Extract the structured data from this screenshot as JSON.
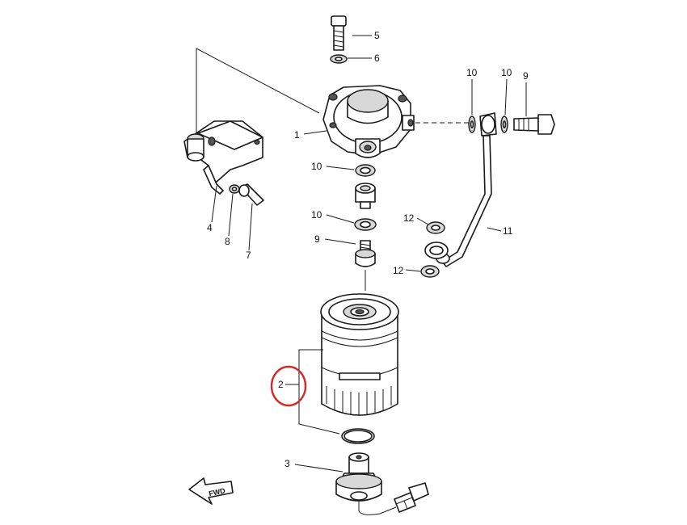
{
  "callouts": {
    "c1": "1",
    "c2": "2",
    "c3": "3",
    "c4": "4",
    "c5": "5",
    "c6": "6",
    "c7": "7",
    "c8": "8",
    "c9_top": "9",
    "c9_mid": "9",
    "c10_top_a": "10",
    "c10_top_b": "10",
    "c10_mid_a": "10",
    "c10_mid_b": "10",
    "c11": "11",
    "c12_a": "12",
    "c12_b": "12"
  },
  "direction_marker": "FWD",
  "colors": {
    "highlight_circle": "#d42a2a",
    "line_art": "#1a1a1a"
  }
}
